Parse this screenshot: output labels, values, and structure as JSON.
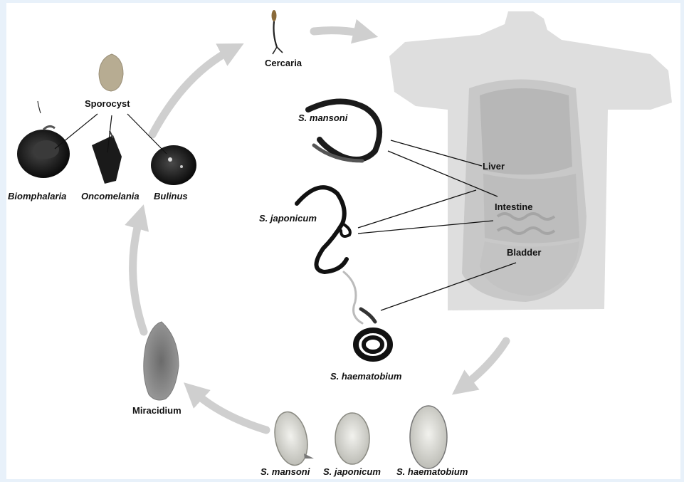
{
  "stages": {
    "cercaria": "Cercaria",
    "sporocyst": "Sporocyst",
    "miracidium": "Miracidium"
  },
  "snails": {
    "biomphalaria": "Biomphalaria",
    "oncomelania": "Oncomelania",
    "bulinus": "Bulinus"
  },
  "worms": {
    "mansoni": "S. mansoni",
    "japonicum": "S. japonicum",
    "haematobium": "S. haematobium"
  },
  "organs": {
    "liver": "Liver",
    "intestine": "Intestine",
    "bladder": "Bladder"
  },
  "eggs": {
    "mansoni": "S. mansoni",
    "japonicum": "S. japonicum",
    "haematobium": "S. haematobium"
  },
  "colors": {
    "cycle_arrow": "#cfcfcf",
    "body": "#d9d9d9",
    "ink": "#111111"
  }
}
